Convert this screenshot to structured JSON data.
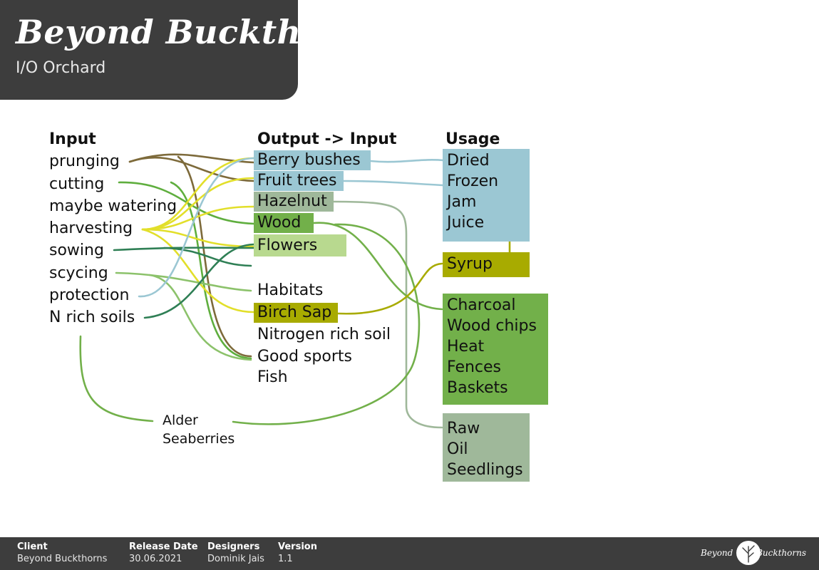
{
  "header": {
    "title": "Beyond Buckthorns",
    "subtitle": "I/O Orchard"
  },
  "columns": {
    "input": "Input",
    "output": "Output -> Input",
    "usage": "Usage"
  },
  "inputs": [
    "prunging",
    "cutting",
    "maybe watering",
    "harvesting",
    "sowing",
    "scycing",
    "protection",
    "N rich soils"
  ],
  "outputs": [
    "Berry bushes",
    "Fruit trees",
    "Hazelnut",
    "Wood",
    "Flowers",
    "Habitats",
    "Birch Sap",
    "Nitrogen rich soil",
    "Good sports",
    "Fish"
  ],
  "usage_groups": [
    {
      "items": [
        "Dried",
        "Frozen",
        "Jam",
        "Juice"
      ],
      "color": "#9bc7d3"
    },
    {
      "items": [
        "Syrup"
      ],
      "color": "#a8ab00"
    },
    {
      "items": [
        "Charcoal",
        "Wood chips",
        "Heat",
        "Fences",
        "Baskets"
      ],
      "color": "#72b04a"
    },
    {
      "items": [
        "Raw",
        "Oil",
        "Seedlings"
      ],
      "color": "#9fb89a"
    }
  ],
  "extra": [
    "Alder",
    "Seaberries"
  ],
  "colors": {
    "berry": "#9bc7d3",
    "hazel": "#9fb89a",
    "wood": "#72b04a",
    "flowers": "#b8d98f",
    "sap": "#a8ab00",
    "olive": "#7d6a3a",
    "yellow": "#e2df2a",
    "green": "#5fae3e",
    "light_green": "#8cc26b",
    "dark_green": "#2f7f55"
  },
  "footer": {
    "client_label": "Client",
    "client": "Beyond Buckthorns",
    "date_label": "Release Date",
    "date": "30.06.2021",
    "designers_label": "Designers",
    "designers": "Dominik Jais",
    "version_label": "Version",
    "version": "1.1"
  },
  "logo": {
    "left_text": "Beyond",
    "right_text": "Buckthorns"
  }
}
